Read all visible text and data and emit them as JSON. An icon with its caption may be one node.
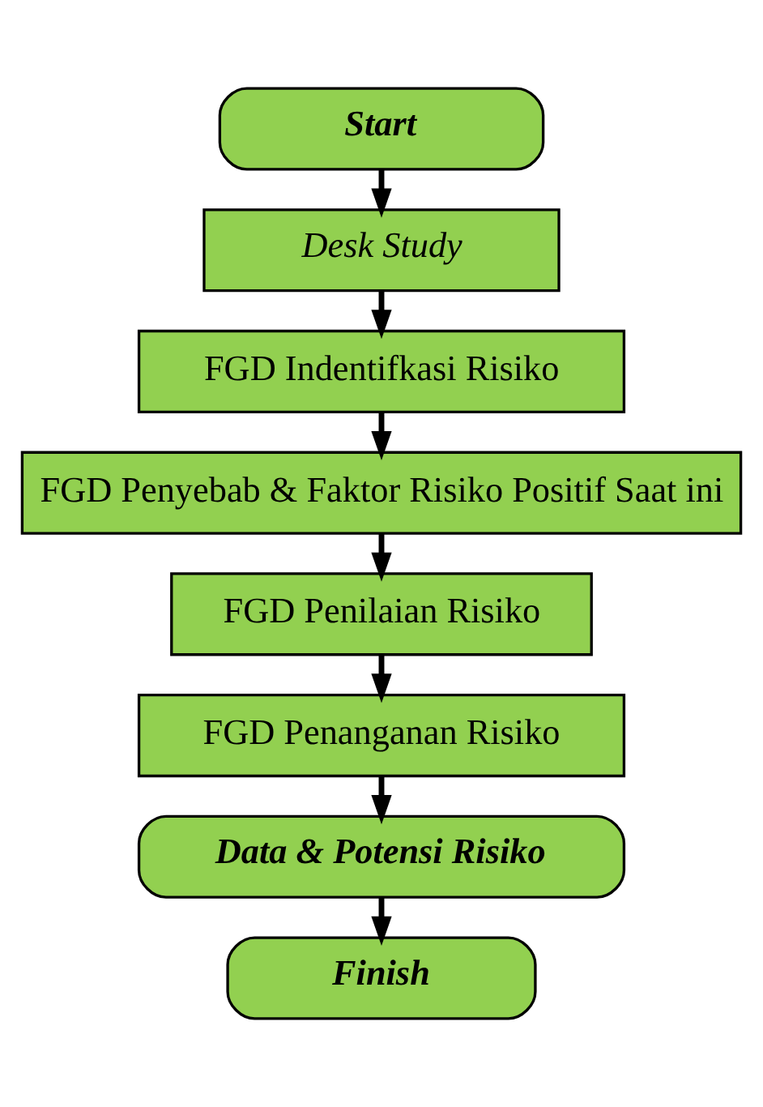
{
  "diagram": {
    "nodes": [
      {
        "text": [
          "Start"
        ]
      },
      {
        "text": [
          "Desk Study"
        ]
      },
      {
        "text": [
          "FGD Indentifkasi Risiko"
        ]
      },
      {
        "text": [
          "FGD Penyebab & Faktor Risiko Positif Saat ini"
        ]
      },
      {
        "text": [
          "FGD Penilaian Risiko"
        ]
      },
      {
        "text": [
          "FGD Penanganan Risiko"
        ]
      },
      {
        "text": [
          "Data & Potensi Risiko"
        ]
      },
      {
        "text": [
          "Finish"
        ]
      }
    ],
    "edges": [
      {
        "from": 0,
        "to": 1,
        "arrow": "to"
      },
      {
        "from": 1,
        "to": 2,
        "arrow": "to"
      },
      {
        "from": 2,
        "to": 3,
        "arrow": "to"
      },
      {
        "from": 3,
        "to": 4,
        "arrow": "to"
      },
      {
        "from": 4,
        "to": 5,
        "arrow": "to"
      },
      {
        "from": 5,
        "to": 6,
        "arrow": "to"
      },
      {
        "from": 6,
        "to": 7,
        "arrow": "to"
      }
    ]
  }
}
